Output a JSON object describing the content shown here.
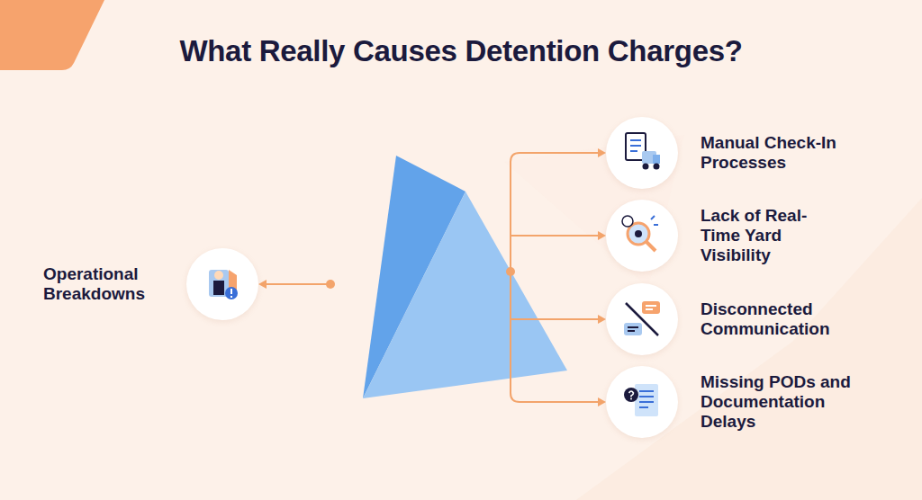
{
  "diagram": {
    "title": "What Really Causes Detention Charges?",
    "nodes": [
      {
        "text": [
          "Operational Breakdowns"
        ]
      },
      {
        "text": [
          "Manual Check-In Processes"
        ]
      },
      {
        "text": [
          "Lack of Real-Time Yard Visibility"
        ]
      },
      {
        "text": [
          "Disconnected Communication"
        ]
      },
      {
        "text": [
          "Missing PODs and Documentation Delays"
        ]
      }
    ]
  }
}
